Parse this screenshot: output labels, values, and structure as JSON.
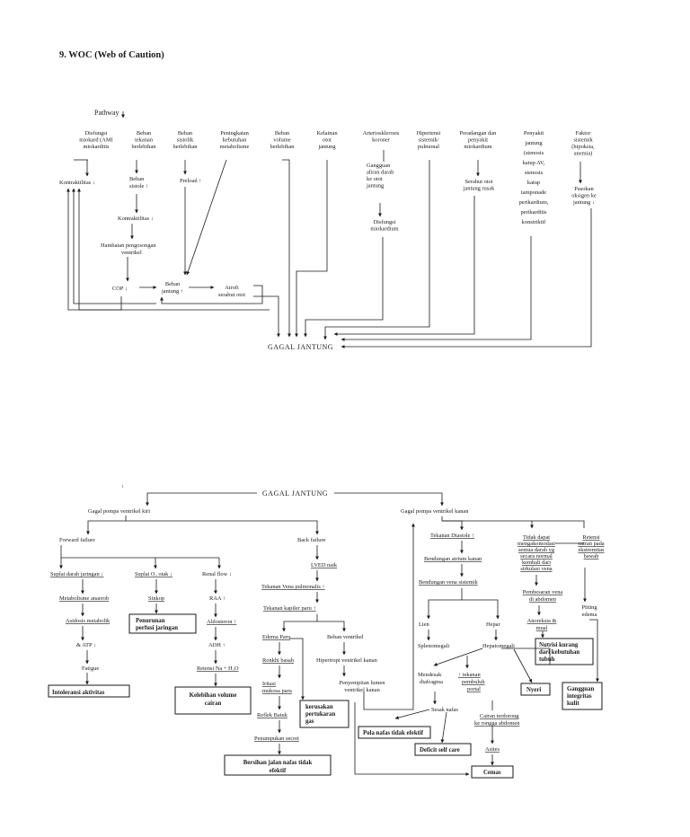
{
  "heading": "9.  WOC (Web of Caution)",
  "top": {
    "pathway": "Pathway",
    "causes": [
      [
        "Disfungsi",
        "miokard (AMI",
        "miokarditis"
      ],
      [
        "Beban",
        "tekanan",
        "berlebihan"
      ],
      [
        "Beban",
        "sistolik",
        "berlebihan"
      ],
      [
        "Peningkatan",
        "kebutuhan",
        "metabolisme"
      ],
      [
        "Beban",
        "volume",
        "berlebihan"
      ],
      [
        "Kelainan",
        "otot",
        "jantung"
      ],
      [
        "Arteriosklerosis",
        "koroner"
      ],
      [
        "Hipertensi",
        "sistemik/",
        "pulmonal"
      ],
      [
        "Peradangan dan",
        "penyakit",
        "miokardium"
      ],
      [
        "Penyakit",
        "jantung",
        "(stenosis",
        "katup AV,",
        "stenosis",
        "katup",
        "tamponade",
        "perikardium,",
        "perikarditis",
        "konstriktif"
      ],
      [
        "Faktor",
        "sistemik",
        "(hipoksia,",
        "anemia)"
      ]
    ],
    "kontraktilitas_1": "Kontraktilitas ↓",
    "beban_sistole": [
      "Beban",
      "sistole ↑"
    ],
    "kontraktilitas_2": "Kontraktilitas ↓",
    "hambatan": [
      "Hambatan pengosongan",
      "ventrikel"
    ],
    "cop": "COP ↓",
    "beban_jantung": [
      "Beban",
      "jantung ↑"
    ],
    "preload": "Preload ↑",
    "atrofi": [
      "Atrofi",
      "serabut otot"
    ],
    "gangguan_aliran": [
      "Gangguan",
      "aliran darah",
      "ke otot",
      "jantung"
    ],
    "disfungsi_miokardium": [
      "Disfungsi",
      "miokardium"
    ],
    "serabut_otot": [
      "Serabut otot",
      "jantung rusak"
    ],
    "pasokan_oksigen": [
      "Pasokan",
      "oksigen ke",
      "jantung ↓"
    ],
    "gagal_jantung": "GAGAL JANTUNG"
  },
  "bottom": {
    "gagal_jantung": "GAGAL JANTUNG",
    "left": {
      "title": "Gagal pompa ventrikel kiri",
      "forward": "Forward failure",
      "back": "Back failure",
      "suplai_darah": "Suplai darah jaringan ↓",
      "metabolisme": "Metabolisme anaerob",
      "asidosis": "Asidosis metabolik",
      "atp": "& ATP ↓",
      "fatigue": "Fatigue",
      "intoleransi": "Intoleransi aktivitas",
      "suplai_o2": "Suplai O₂ otak ↓",
      "sinkop": "Sinkop",
      "penurunan_perfusi": [
        "Penurunan",
        "perfusi jaringan"
      ],
      "renal_flow": "Renal flow ↓",
      "raa": "RAA ↑",
      "aldosteron": "Aldosteron ↑",
      "adh": "ADH ↑",
      "retensi": "Retensi Na + H₂O",
      "kelebihan_volume": [
        "Kelebihan volume",
        "cairan"
      ],
      "lved": "LVED naik",
      "tekanan_vena": "Tekanan Vena pulmonalis ↑",
      "tekanan_kapiler": "Tekanan kapiler paru ↑",
      "edema_paru": "Edema Paru",
      "ronkhi": "Ronkhi basah",
      "iritasi": [
        "Iritasi",
        "mukosa paru"
      ],
      "refleks": "Reflek Batuk",
      "penumpukan": "Penumpukan secret",
      "bersihan": [
        "Bersihan jalan nafas tidak",
        "efektif"
      ],
      "kerusakan": [
        "kerusakan",
        "pertukaran",
        "gas"
      ],
      "beban_ventrikel": "Beban ventrikel",
      "hipertropi": "Hipertropi ventrikel kanan",
      "penyempitan": [
        "Penyempitan lumen",
        "ventrikel kanan"
      ]
    },
    "right": {
      "title": "Gagal pompa ventrikel kanan",
      "tekanan_diastole": "Tekanan Diastole ↑",
      "bendungan_atrium": "Bendungan atrium kanan",
      "bendungan_vena": "Bendungan vena sistemik",
      "lien": "Lien",
      "hepar": "Hepar",
      "splenomegali": "Splenomegali",
      "hepatomegali": "Hepatomegali",
      "mendesak": [
        "Mendesak",
        "diafragma"
      ],
      "sesak": "Sesak nafas",
      "pola_nafas": "Pola nafas tidak efektif",
      "defisit": "Deficit self care",
      "tekanan_pembuluh": [
        "↑ tekanan",
        "pembuluh",
        "portal"
      ],
      "cairan": [
        "Cairan terdorong",
        "ke rongga abdomen"
      ],
      "asites": "Asites",
      "cemas": "Cemas",
      "nyeri": "Nyeri",
      "tidak_dapat": [
        "Tidak dapat",
        "mengakomodasi",
        "semua darah yg",
        "secara normal",
        "kembali dari",
        "sirkulasi vena"
      ],
      "pembesaran": [
        "Pembesaran vena",
        "di abdomen"
      ],
      "anoreksia": [
        "Anoreksia &",
        "mual"
      ],
      "nutrisi": [
        "Nutrisi kurang",
        "dari kebutuhan",
        "tubuh"
      ],
      "retensi_cairan": [
        "Retensi",
        "cairan pada",
        "ekstremitas",
        "bawah"
      ],
      "pitting": [
        "Pitting",
        "edema"
      ],
      "gangguan_integritas": [
        "Gangguan",
        "integritas",
        "kulit"
      ]
    }
  }
}
